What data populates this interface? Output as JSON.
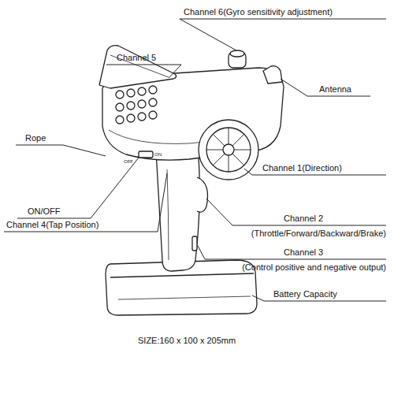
{
  "diagram": {
    "labels": [
      "Channel 5",
      "Channel 6(Gyro sensitivity adjustment)",
      "Antenna",
      "Rope",
      "Channel 1(Direction)",
      "ON/OFF",
      "Channel 4(Tap Position)",
      "Channel 2",
      "(Throttle/Forward/Backward/Brake)",
      "Channel 3",
      "(Control positive and negative output)",
      "Battery Capacity",
      "SIZE:160 x 100 x 205mm",
      "OFF",
      "ON"
    ]
  }
}
